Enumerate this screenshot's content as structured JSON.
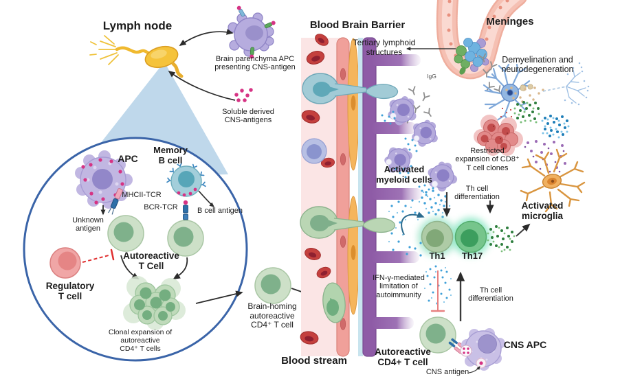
{
  "figure": {
    "description": "Immunology diagram of CNS autoimmunity: lymph node priming, blood brain barrier transmigration, meningeal tertiary lymphoid structures and CNS inflammation",
    "palette": {
      "t_cell_green": "#CDE0C8",
      "t_cell_nucleus_green": "#7FB18B",
      "th17_green": "#76C58C",
      "apc_purple": "#C1B7E2",
      "myeloid_purple": "#B5ABDC",
      "regulatory_red": "#F0A6A6",
      "cd8_clone_red": "#E28A8A",
      "rbc_red": "#C4403E",
      "blood_pink": "#FBE5E5",
      "endothelium_salmon": "#F0A09A",
      "pericyte_orange": "#F5B55C",
      "astrocyte_purple": "#8E5BA6",
      "lymph_node_yellow": "#F5C33B",
      "magnifier_ring_blue": "#3A64A8",
      "triangle_blue": "#BFD8EB",
      "antigen_pink": "#D63384",
      "microglia_orange": "#F0B060",
      "neuron_blue": "#93B7E2",
      "cytokine_blue": "#3FA0D8",
      "cytokine_green": "#2E7E3E",
      "meninges_pink": "#F5C0B3",
      "antibody_gray": "#8E8E8E",
      "b_cell_teal": "#A3CEDA",
      "inhibition_red": "#E03030"
    }
  },
  "labels": {
    "lymph_node": "Lymph node",
    "brain_parenchyma_apc": "Brain parenchyma APC\npresenting CNS-antigen",
    "soluble_cns_antigens": "Soluble derived\nCNS-antigens",
    "blood_brain_barrier": "Blood Brain Barrier",
    "meninges": "Meninges",
    "tertiary_lymphoid": "Tertiary lymphoid\nstructures",
    "demyelination": "Demyelination and\nneurodegeneration",
    "igg": "IgG",
    "activated_myeloid": "Activated\nmyeloid cells",
    "restricted_cd8": "Restricted\nexpansion of CD8⁺\nT cell clones",
    "th_diff_upper": "Th cell\ndifferentiation",
    "activated_microglia": "Activated\nmicroglia",
    "th1": "Th1",
    "th17": "Th17",
    "ifn_gamma": "IFN-γ-mediated\nlimitation of\nautoimmunity",
    "th_diff_lower": "Th cell\ndifferentiation",
    "autoreactive_cd4_bottom": "Autoreactive\nCD4+ T cell",
    "cns_apc": "CNS APC",
    "cns_antigen": "CNS antigen",
    "blood_stream": "Blood stream",
    "brain_homing": "Brain-homing\nautoreactive\nCD4⁺ T cell",
    "apc": "APC",
    "memory_b_cell": "Memory\nB cell",
    "mhcii_tcr": "MHCII-TCR",
    "bcr_tcr": "BCR-TCR",
    "b_cell_antigen": "B cell antigen",
    "unknown_antigen": "Unknown\nantigen",
    "autoreactive_t_cell": "Autoreactive\nT Cell",
    "regulatory_t_cell": "Regulatory\nT cell",
    "clonal_expansion": "Clonal expansion of\nautoreactive\nCD4⁺ T cells"
  }
}
